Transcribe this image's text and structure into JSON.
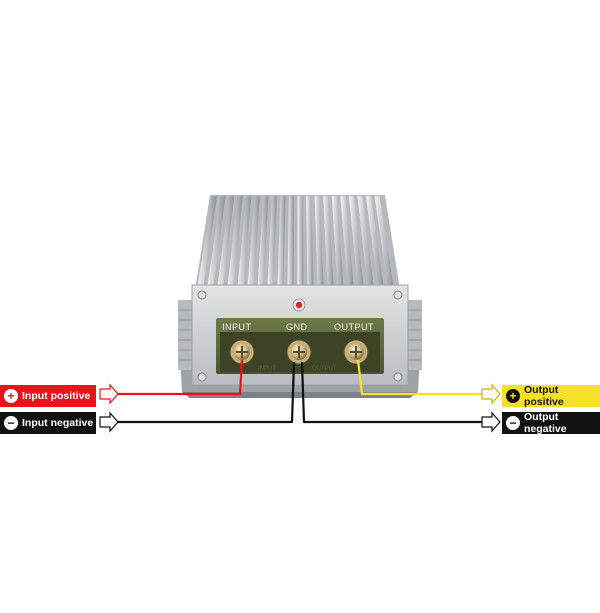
{
  "labels": {
    "input_positive": "Input positive",
    "input_negative": "Input negative",
    "output_positive": "Output positive",
    "output_negative": "Output negative",
    "plus_symbol": "+",
    "minus_symbol": "−"
  },
  "terminals": {
    "input": "INPUT",
    "gnd": "GND",
    "output": "OUTPUT"
  },
  "colors": {
    "positive_input_wire": "#e8141b",
    "positive_output_wire": "#f5e02a",
    "negative_wire": "#111111",
    "housing": "#c9cccf"
  }
}
